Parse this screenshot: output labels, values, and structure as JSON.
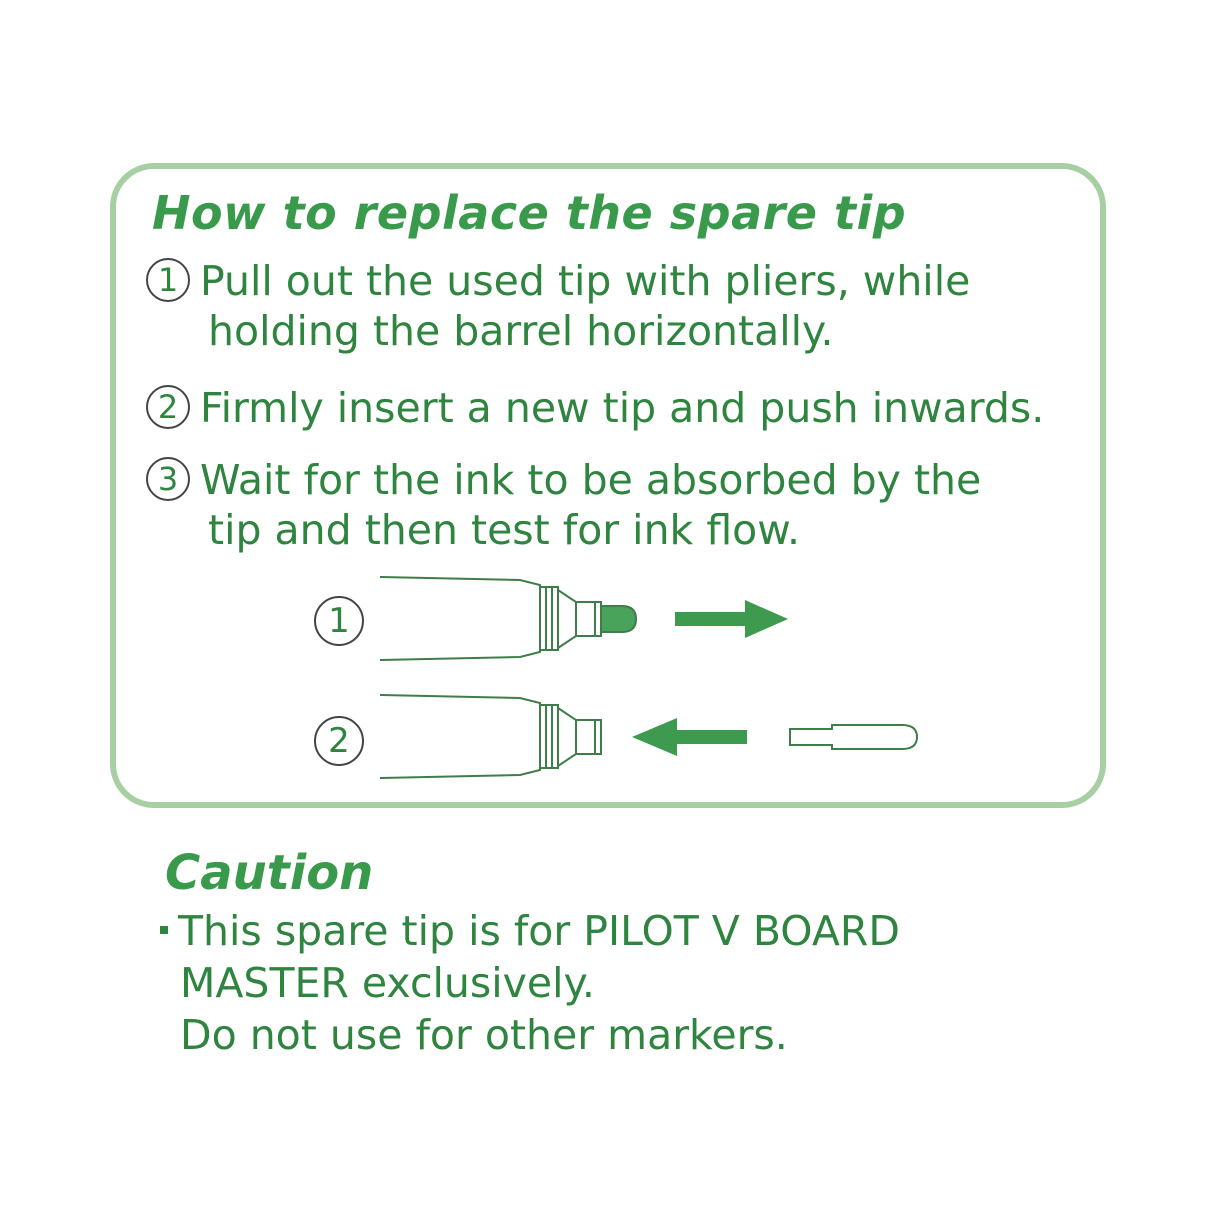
{
  "instructions": {
    "title": "How to replace the spare tip",
    "steps": [
      {
        "number": "1",
        "lines": [
          "Pull out the used tip with pliers, while",
          "holding the barrel horizontally."
        ]
      },
      {
        "number": "2",
        "lines": [
          "Firmly insert a new tip and push inwards."
        ]
      },
      {
        "number": "3",
        "lines": [
          "Wait for the ink to be absorbed by the",
          "tip and then test for ink flow."
        ]
      }
    ],
    "diagram": {
      "labels": [
        "1",
        "2"
      ],
      "icons": [
        "marker-tip-removal-illustration",
        "marker-tip-insertion-illustration",
        "arrow-right-icon",
        "arrow-left-icon",
        "spare-tip-icon"
      ]
    }
  },
  "caution": {
    "title": "Caution",
    "lines": [
      "This spare tip is for PILOT V BOARD",
      "MASTER exclusively.",
      "Do not use for other markers."
    ]
  },
  "colors": {
    "text": "#2f8440",
    "heading": "#3a9a4c",
    "border": "#a8cfa4"
  }
}
